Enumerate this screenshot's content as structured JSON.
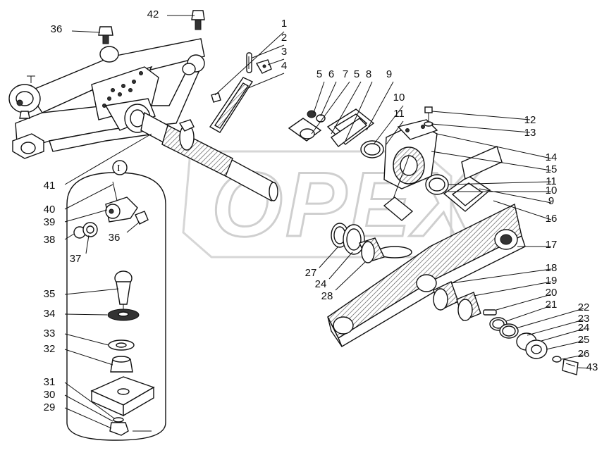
{
  "watermark": "OPEX",
  "detail_marker": "I",
  "labels": [
    {
      "id": "1",
      "text": "1"
    },
    {
      "id": "2",
      "text": "2"
    },
    {
      "id": "3",
      "text": "3"
    },
    {
      "id": "4",
      "text": "4"
    },
    {
      "id": "5a",
      "text": "5"
    },
    {
      "id": "6",
      "text": "6"
    },
    {
      "id": "7",
      "text": "7"
    },
    {
      "id": "5b",
      "text": "5"
    },
    {
      "id": "8",
      "text": "8"
    },
    {
      "id": "9a",
      "text": "9"
    },
    {
      "id": "10a",
      "text": "10"
    },
    {
      "id": "11a",
      "text": "11"
    },
    {
      "id": "12",
      "text": "12"
    },
    {
      "id": "13",
      "text": "13"
    },
    {
      "id": "14",
      "text": "14"
    },
    {
      "id": "15",
      "text": "15"
    },
    {
      "id": "11b",
      "text": "11"
    },
    {
      "id": "10b",
      "text": "10"
    },
    {
      "id": "9b",
      "text": "9"
    },
    {
      "id": "16",
      "text": "16"
    },
    {
      "id": "17",
      "text": "17"
    },
    {
      "id": "18",
      "text": "18"
    },
    {
      "id": "19",
      "text": "19"
    },
    {
      "id": "20",
      "text": "20"
    },
    {
      "id": "21",
      "text": "21"
    },
    {
      "id": "22",
      "text": "22"
    },
    {
      "id": "23",
      "text": "23"
    },
    {
      "id": "24b",
      "text": "24"
    },
    {
      "id": "25",
      "text": "25"
    },
    {
      "id": "26",
      "text": "26"
    },
    {
      "id": "43",
      "text": "43"
    },
    {
      "id": "27",
      "text": "27"
    },
    {
      "id": "24a",
      "text": "24"
    },
    {
      "id": "28",
      "text": "28"
    },
    {
      "id": "42",
      "text": "42"
    },
    {
      "id": "36a",
      "text": "36"
    },
    {
      "id": "41",
      "text": "41"
    },
    {
      "id": "40",
      "text": "40"
    },
    {
      "id": "39",
      "text": "39"
    },
    {
      "id": "36b",
      "text": "36"
    },
    {
      "id": "38",
      "text": "38"
    },
    {
      "id": "37",
      "text": "37"
    },
    {
      "id": "35",
      "text": "35"
    },
    {
      "id": "34",
      "text": "34"
    },
    {
      "id": "33",
      "text": "33"
    },
    {
      "id": "32",
      "text": "32"
    },
    {
      "id": "31",
      "text": "31"
    },
    {
      "id": "30",
      "text": "30"
    },
    {
      "id": "29",
      "text": "29"
    }
  ]
}
